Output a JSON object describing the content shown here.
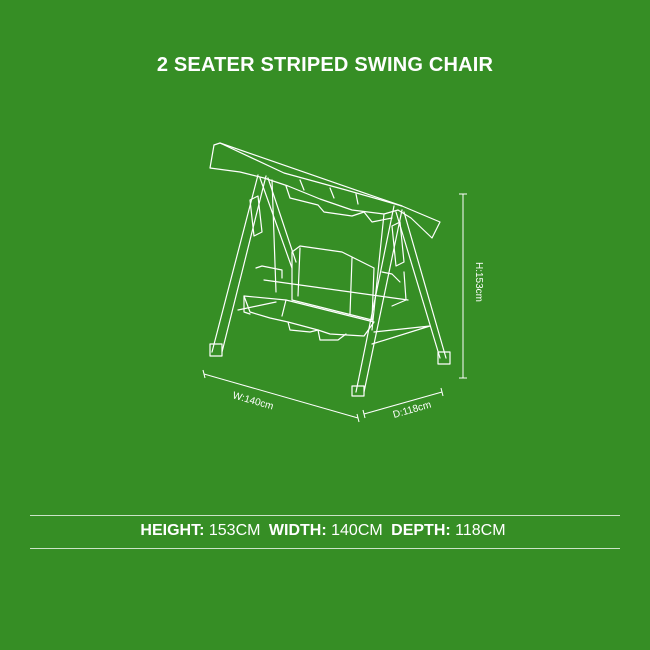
{
  "title": "2 SEATER STRIPED SWING CHAIR",
  "dimensions": {
    "width_label": "W:140cm",
    "depth_label": "D:118cm",
    "height_label": "H:153cm"
  },
  "specs": {
    "height_key": "HEIGHT:",
    "height_value": "153CM",
    "width_key": "WIDTH:",
    "width_value": "140CM",
    "depth_key": "DEPTH:",
    "depth_value": "118CM"
  },
  "colors": {
    "background": "#368e25",
    "line": "#ffffff"
  },
  "icons": {
    "product": "swing-chair-line-drawing"
  }
}
